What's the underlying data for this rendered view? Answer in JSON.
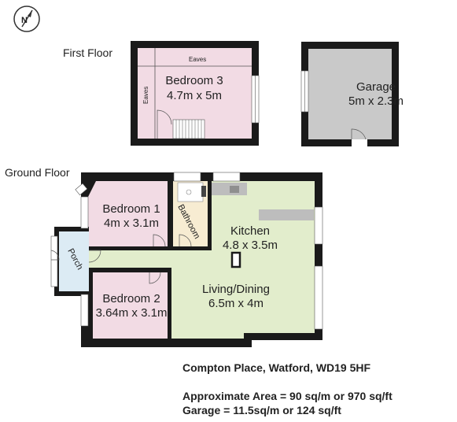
{
  "floors": {
    "first_floor": "First Floor",
    "ground_floor": "Ground Floor"
  },
  "rooms": {
    "bedroom3": {
      "name": "Bedroom 3",
      "size": "4.7m x 5m"
    },
    "garage": {
      "name": "Garage",
      "size": "5m x 2.3m"
    },
    "bedroom1": {
      "name": "Bedroom 1",
      "size": "4m x 3.1m"
    },
    "bathroom": {
      "name": "Bathroom"
    },
    "porch": {
      "name": "Porch"
    },
    "kitchen": {
      "name": "Kitchen",
      "size": "4.8 x 3.5m"
    },
    "living": {
      "name": "Living/Dining",
      "size": "6.5m x 4m"
    },
    "bedroom2": {
      "name": "Bedroom 2",
      "size": "3.64m x 3.1m"
    }
  },
  "eaves": {
    "top": "Eaves",
    "side": "Eaves"
  },
  "footer": {
    "address": "Compton Place, Watford, WD19 5HF",
    "area": "Approximate Area = 90 sq/m or 970 sq/ft",
    "garage_area": "Garage = 11.5sq/m or 124 sq/ft"
  },
  "colors": {
    "wall": "#1a1a1a",
    "bedroom_fill": "#f2dbe4",
    "garage_fill": "#c9c9c9",
    "living_fill": "#e2edcc",
    "bathroom_fill": "#f7ecd2",
    "porch_fill": "#dcebf4"
  },
  "icons": [
    "compass-icon"
  ]
}
